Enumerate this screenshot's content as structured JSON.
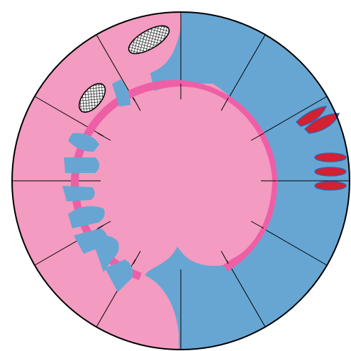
{
  "diagram": {
    "colors": {
      "background": "#ffffff",
      "outline": "#000000",
      "pink": "#f39bc0",
      "pink_ring": "#ee5fa5",
      "blue": "#67a6d3",
      "red": "#d4202f",
      "hatched_fill": "#ffffff"
    },
    "outer_sectors": 12,
    "inner_tick_marks": 12,
    "blue_wedges": 10,
    "red_marks": 5,
    "hatched_ovals": 2
  }
}
